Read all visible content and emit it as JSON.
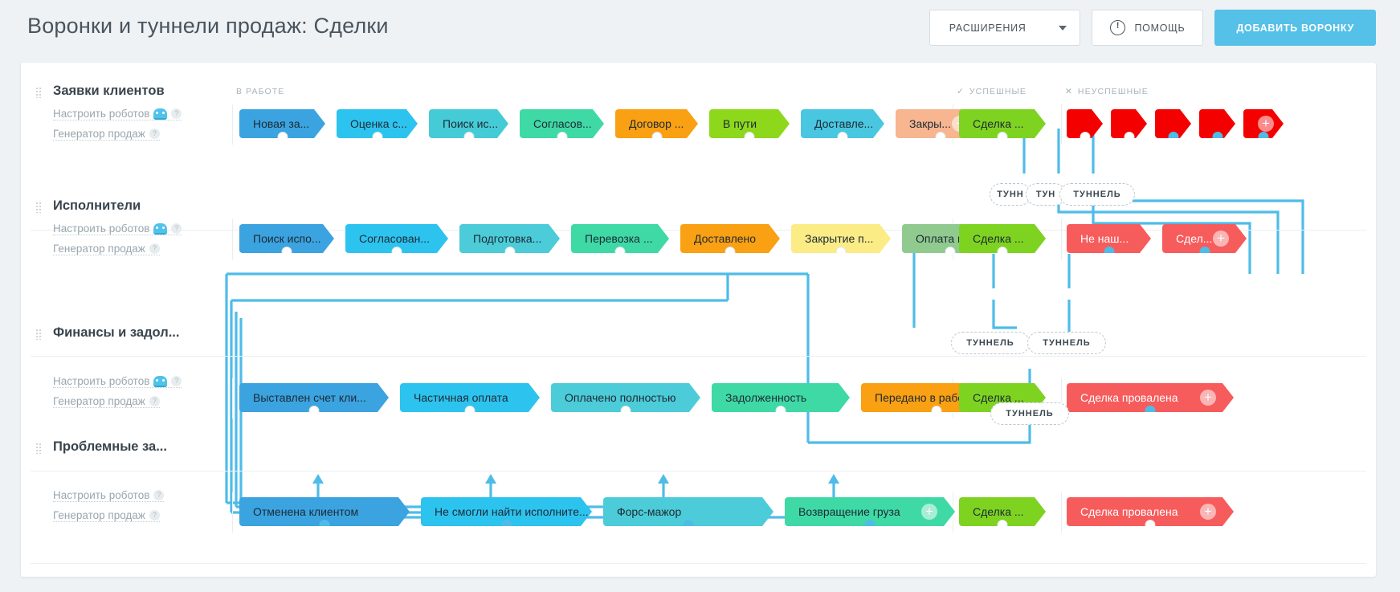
{
  "header": {
    "title": "Воронки и туннели продаж: Сделки",
    "extensions_label": "РАСШИРЕНИЯ",
    "help_label": "ПОМОЩЬ",
    "add_funnel_label": "ДОБАВИТЬ ВОРОНКУ",
    "caret_icon": "chevron-down-icon",
    "help_icon": "info-circle-icon"
  },
  "columns": {
    "in_work": "В РАБОТЕ",
    "success": "УСПЕШНЫЕ",
    "success_mark": "✓",
    "fail": "НЕУСПЕШНЫЕ",
    "fail_mark": "✕"
  },
  "common": {
    "robots_label": "Настроить роботов",
    "generator_label": "Генератор продаж",
    "tunnel_label": "ТУННЕЛЬ",
    "tunnel_label_short": "ТУНН",
    "tunnel_label_short2": "ТУН"
  },
  "colors": {
    "accent": "#55c0e8",
    "wire": "#4fbce8",
    "page_bg": "#eef2f5",
    "card_bg": "#ffffff",
    "title": "#4a545c",
    "success_green": "#7ed321",
    "fail_red": "#f75c5c",
    "fail_red_dark": "#f40000"
  },
  "funnels": [
    {
      "name": "Заявки клиентов",
      "has_robot_icon": true,
      "stages": [
        {
          "label": "Новая за...",
          "color": "#3ba3e0",
          "dot": "off"
        },
        {
          "label": "Оценка с...",
          "color": "#2dc3ef",
          "dot": "off"
        },
        {
          "label": "Поиск ис...",
          "color": "#45cbd6",
          "dot": "off"
        },
        {
          "label": "Согласов...",
          "color": "#3fd9a6",
          "dot": "off"
        },
        {
          "label": "Договор ...",
          "color": "#f9a013",
          "dot": "off"
        },
        {
          "label": "В пути",
          "color": "#8ed81c",
          "dot": "off"
        },
        {
          "label": "Доставле...",
          "color": "#49c6e0",
          "dot": "off"
        },
        {
          "label": "Закры...",
          "color": "#f7b590",
          "dot": "off",
          "plus": true
        }
      ],
      "success": [
        {
          "label": "Сделка ...",
          "color": "#7ed321",
          "dot": "off"
        }
      ],
      "fail": [
        {
          "label": "",
          "color": "#f40000",
          "dot": "off"
        },
        {
          "label": "",
          "color": "#f40000",
          "dot": "off"
        },
        {
          "label": "",
          "color": "#f40000",
          "dot": "on"
        },
        {
          "label": "",
          "color": "#f40000",
          "dot": "on"
        },
        {
          "label": "",
          "color": "#f40000",
          "dot": "on",
          "plus": true
        }
      ]
    },
    {
      "name": "Исполнители",
      "has_robot_icon": true,
      "stages": [
        {
          "label": "Поиск испо...",
          "color": "#3ba3e0",
          "dot": "off"
        },
        {
          "label": "Согласован...",
          "color": "#2dc3ef",
          "dot": "off"
        },
        {
          "label": "Подготовка...",
          "color": "#4ccbd8",
          "dot": "off"
        },
        {
          "label": "Перевозка ...",
          "color": "#3fd9a6",
          "dot": "off"
        },
        {
          "label": "Доставлено",
          "color": "#f9a013",
          "dot": "off"
        },
        {
          "label": "Закрытие п...",
          "color": "#fbec86",
          "dot": "off"
        },
        {
          "label": "Оплата п...",
          "color": "#90ca8e",
          "dot": "off",
          "plus": true
        }
      ],
      "success": [
        {
          "label": "Сделка ...",
          "color": "#7ed321",
          "dot": "off"
        }
      ],
      "fail": [
        {
          "label": "Не наш...",
          "color": "#f75c5c",
          "dot": "on",
          "light": true
        },
        {
          "label": "Сдел...",
          "color": "#f75c5c",
          "dot": "on",
          "light": true,
          "plus": true
        }
      ]
    },
    {
      "name": "Финансы и задол...",
      "has_robot_icon": true,
      "stages": [
        {
          "label": "Выставлен счет кли...",
          "color": "#3ba3e0",
          "dot": "off"
        },
        {
          "label": "Частичная оплата",
          "color": "#2dc3ef",
          "dot": "off"
        },
        {
          "label": "Оплачено полностью",
          "color": "#4ccbd8",
          "dot": "off"
        },
        {
          "label": "Задолженность",
          "color": "#3fd9a6",
          "dot": "off"
        },
        {
          "label": "Передано в работ...",
          "color": "#f9a013",
          "dot": "off",
          "plus": true
        }
      ],
      "success": [
        {
          "label": "Сделка ...",
          "color": "#7ed321",
          "dot": "off"
        }
      ],
      "fail": [
        {
          "label": "Сделка провалена",
          "color": "#f75c5c",
          "dot": "on",
          "light": true,
          "plus": true
        }
      ]
    },
    {
      "name": "Проблемные за...",
      "has_robot_icon": false,
      "stages": [
        {
          "label": "Отменена клиентом",
          "color": "#3ba3e0",
          "dot": "on"
        },
        {
          "label": "Не смогли найти исполните...",
          "color": "#2dc3ef",
          "dot": "on"
        },
        {
          "label": "Форс-мажор",
          "color": "#4ccbd8",
          "dot": "on"
        },
        {
          "label": "Возвращение груза",
          "color": "#3fd9a6",
          "dot": "on",
          "plus": true
        }
      ],
      "success": [
        {
          "label": "Сделка ...",
          "color": "#7ed321",
          "dot": "off"
        }
      ],
      "fail": [
        {
          "label": "Сделка провалена",
          "color": "#f75c5c",
          "dot": "off",
          "light": true,
          "plus": true
        }
      ]
    }
  ]
}
